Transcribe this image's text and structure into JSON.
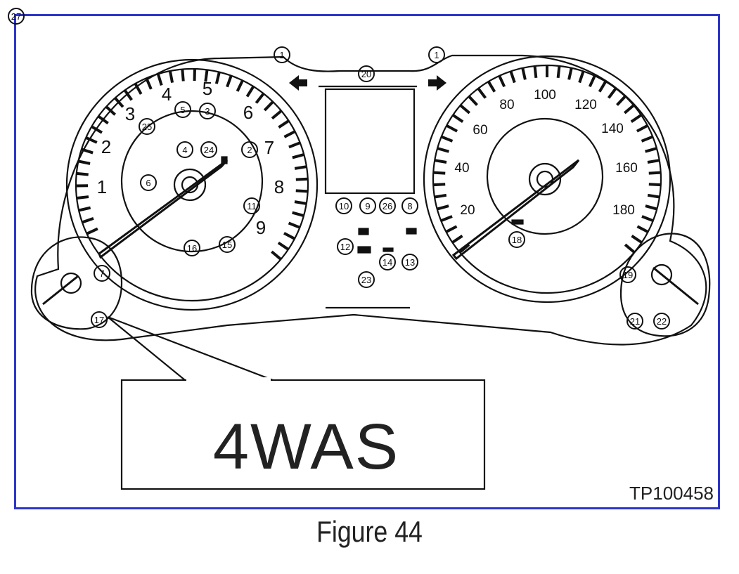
{
  "callout": {
    "text": "4WAS"
  },
  "figure": {
    "code": "TP100458",
    "caption": "Figure 44"
  },
  "tachometer": {
    "scale_labels": [
      "1",
      "2",
      "3",
      "4",
      "5",
      "6",
      "7",
      "8",
      "9"
    ]
  },
  "speedometer": {
    "scale_labels": [
      "20",
      "40",
      "60",
      "80",
      "100",
      "120",
      "140",
      "160",
      "180"
    ]
  },
  "callout_markers": [
    "1",
    "1",
    "20",
    "2",
    "3",
    "4",
    "5",
    "6",
    "7",
    "8",
    "9",
    "10",
    "11",
    "12",
    "13",
    "14",
    "15",
    "16",
    "17",
    "18",
    "19",
    "21",
    "22",
    "23",
    "24",
    "25",
    "26",
    "27"
  ],
  "colors": {
    "frame_border": "#2d35c8",
    "line_art": "#111111"
  }
}
